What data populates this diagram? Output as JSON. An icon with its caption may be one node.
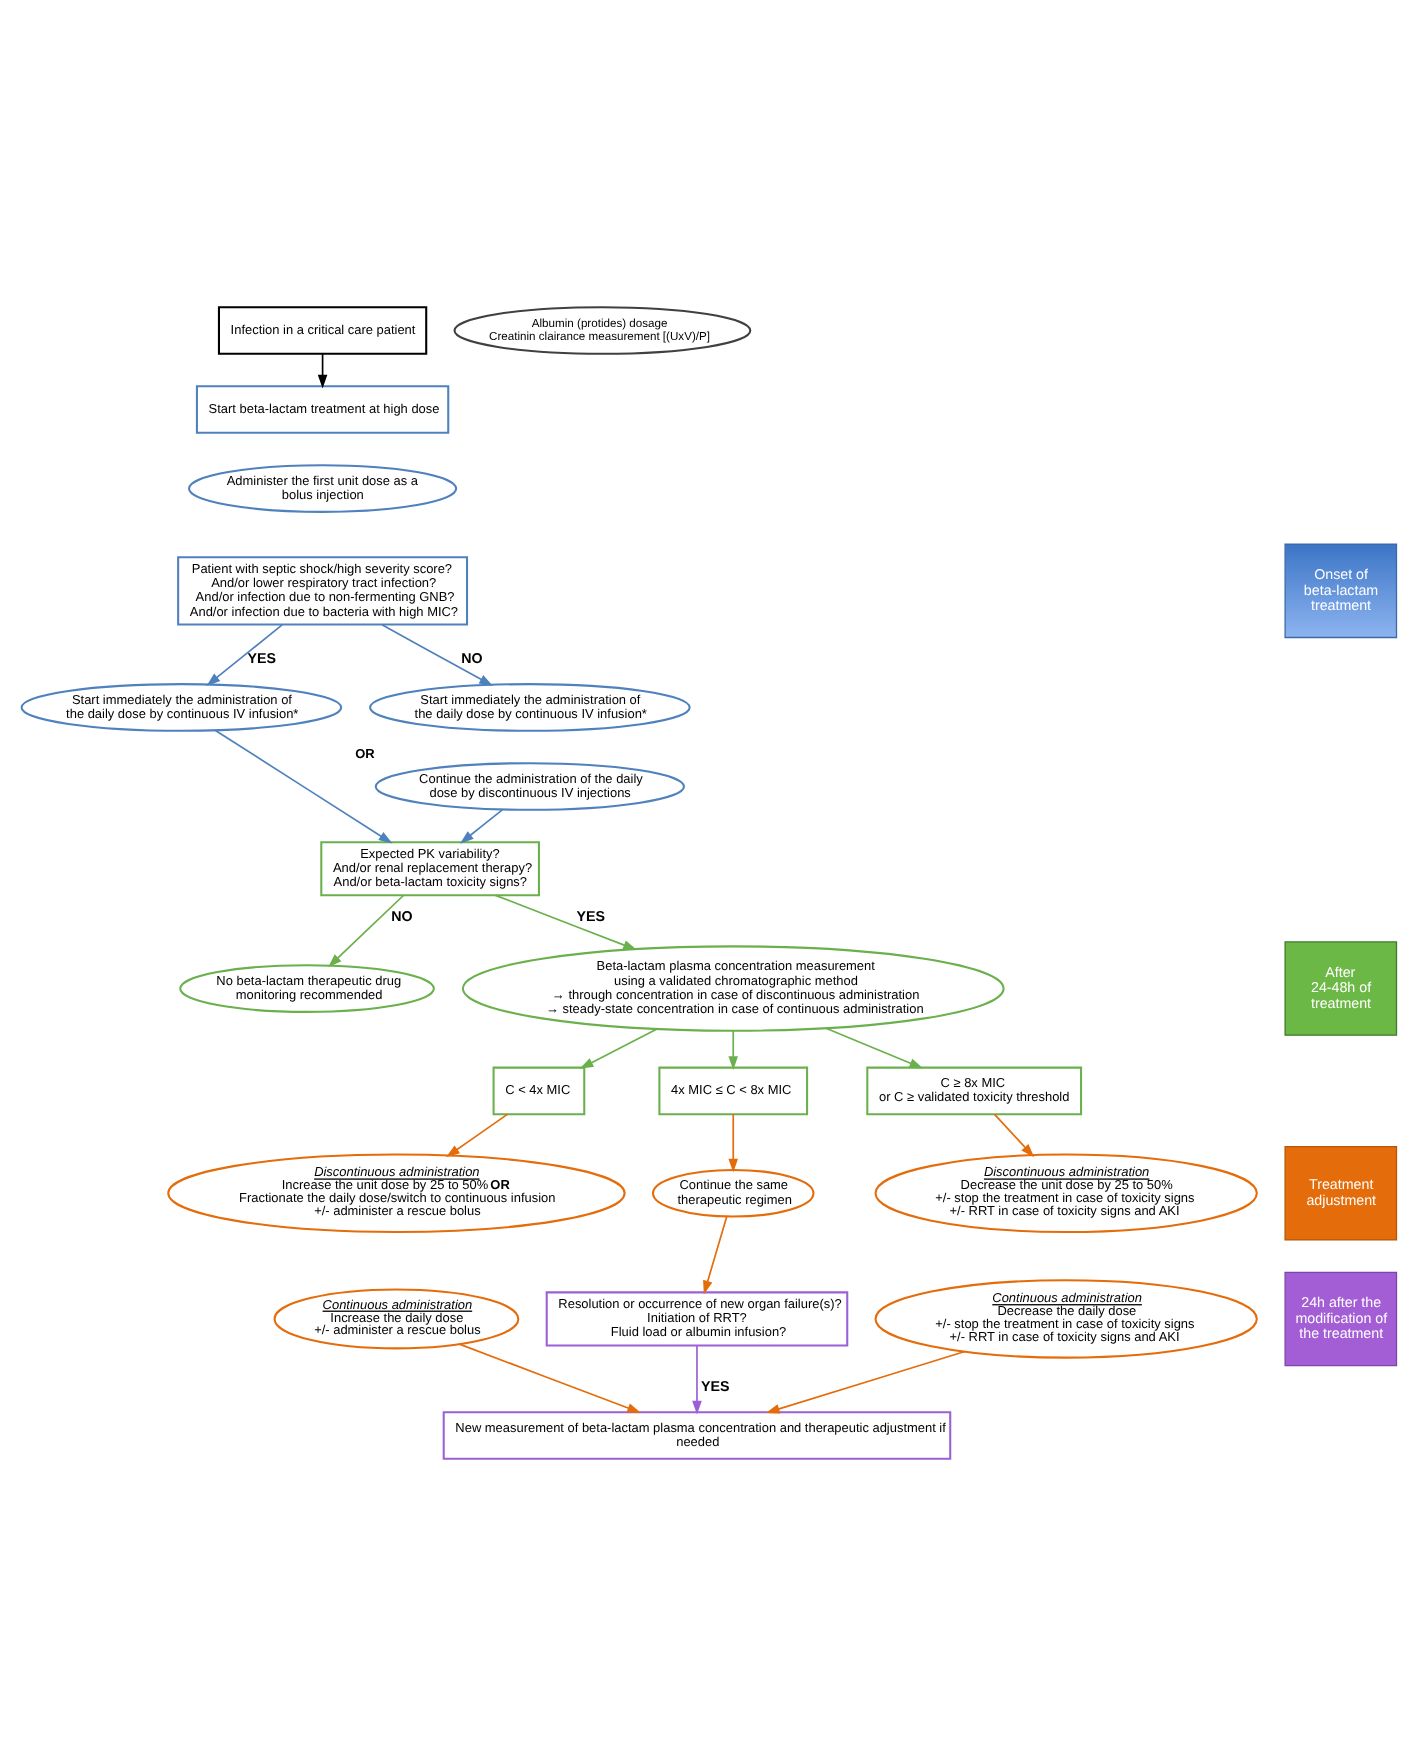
{
  "diagram": {
    "nodes": [
      {
        "text": [
          "Infection in a critical care patient"
        ]
      },
      {
        "text": [
          "Albumin (protides) dosage",
          "Creatinin clairance measurement [(UxV)/P]"
        ]
      },
      {
        "text": [
          "Start beta-lactam treatment at high dose"
        ]
      },
      {
        "text": [
          "Administer the first unit dose as a bolus injection"
        ]
      },
      {
        "text": [
          "Patient with septic shock/high severity score? And/or lower respiratory tract infection? And/or infection due to non-fermenting GNB? And/or infection due to bacteria with high MIC?"
        ]
      },
      {
        "text": [
          "Start immediately the administration of the daily dose by continuous IV infusion*"
        ]
      },
      {
        "text": [
          "Start immediately the administration of the daily dose by continuous IV infusion*"
        ]
      },
      {
        "text": [
          "Continue the administration of the daily dose by discontinuous IV injections"
        ],
        "beside": [
          "OR"
        ]
      },
      {
        "text": [
          "Expected PK variability? And/or renal replacement therapy? And/or beta-lactam toxicity signs?"
        ]
      },
      {
        "text": [
          "No beta-lactam therapeutic drug monitoring recommended"
        ]
      },
      {
        "text": [
          "Beta-lactam plasma concentration measurement using a validated chromatographic method",
          "→ through concentration in case of discontinuous administration",
          "→ steady-state concentration in case of continuous administration"
        ]
      },
      {
        "text": [
          "C < 4x MIC"
        ]
      },
      {
        "text": [
          "4x MIC ≤ C < 8x MIC"
        ]
      },
      {
        "text": [
          "C ≥ 8x MIC or C ≥ validated toxicity threshold"
        ]
      },
      {
        "text": [
          "Discontinuous administration",
          "Increase the unit dose by 25 to 50% **OR** Fractionate the daily dose/switch to continuous infusion +/- administer a rescue bolus"
        ]
      },
      {
        "text": [
          "Continue the same therapeutic regimen"
        ]
      },
      {
        "text": [
          "Discontinuous administration",
          "Decrease the unit dose by 25 to 50% +/- stop the treatment in case of toxicity signs +/- RRT in case of toxicity signs and AKI"
        ]
      },
      {
        "text": [
          "Continuous administration",
          "Increase the daily dose +/- administer a rescue bolus"
        ]
      },
      {
        "text": [
          "Continuous administration",
          "Decrease the daily dose +/- stop the treatment in case of toxicity signs +/- RRT in case of toxicity signs and AKI"
        ]
      },
      {
        "text": [
          "Resolution or occurrence of new organ failure(s)? Initiation of RRT? Fluid load or albumin infusion?"
        ]
      },
      {
        "text": [
          "New measurement of beta-lactam plasma concentration and therapeutic adjustment if needed"
        ]
      },
      {
        "text": [
          "Onset of beta-lactam treatment"
        ]
      },
      {
        "text": [
          "After 24-48h of treatment"
        ]
      },
      {
        "text": [
          "Treatment adjustment"
        ]
      },
      {
        "text": [
          "24h after the modification of the treatment"
        ]
      }
    ],
    "edges": [
      {
        "from": 0,
        "to": 2,
        "arrow": "to",
        "color": "#000000"
      },
      {
        "from": 4,
        "to": 5,
        "arrow": "to",
        "label": "YES",
        "color": "#4f81bd"
      },
      {
        "from": 4,
        "to": 6,
        "arrow": "to",
        "label": "NO",
        "color": "#4f81bd"
      },
      {
        "from": 5,
        "to": 8,
        "arrow": "to",
        "color": "#4f81bd"
      },
      {
        "from": 7,
        "to": 8,
        "arrow": "to",
        "color": "#4f81bd"
      },
      {
        "from": 8,
        "to": 9,
        "arrow": "to",
        "label": "NO",
        "color": "#6ab04c"
      },
      {
        "from": 8,
        "to": 10,
        "arrow": "to",
        "label": "YES",
        "color": "#6ab04c"
      },
      {
        "from": 10,
        "to": 11,
        "arrow": "to",
        "color": "#6ab04c"
      },
      {
        "from": 10,
        "to": 12,
        "arrow": "to",
        "color": "#6ab04c"
      },
      {
        "from": 10,
        "to": 13,
        "arrow": "to",
        "color": "#6ab04c"
      },
      {
        "from": 11,
        "to": 14,
        "arrow": "to"
      },
      {
        "from": 12,
        "to": 15,
        "arrow": "to"
      },
      {
        "from": 13,
        "to": 16,
        "arrow": "to"
      },
      {
        "from": 15,
        "to": 19,
        "arrow": "to"
      },
      {
        "from": 17,
        "to": 20,
        "arrow": "to"
      },
      {
        "from": 19,
        "to": 20,
        "arrow": "to",
        "label": "YES",
        "color": "#9b5fd6"
      },
      {
        "from": 18,
        "to": 20,
        "arrow": "to"
      }
    ]
  }
}
